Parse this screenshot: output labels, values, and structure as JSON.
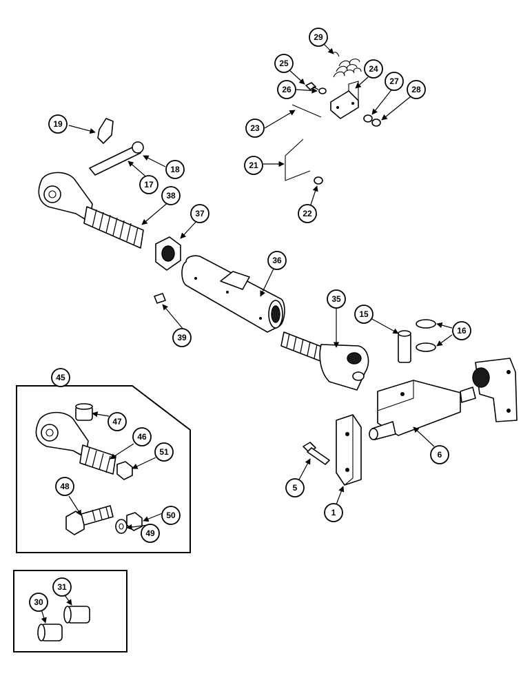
{
  "diagram": {
    "callouts": [
      "1",
      "5",
      "6",
      "15",
      "16",
      "17",
      "18",
      "19",
      "21",
      "22",
      "23",
      "24",
      "25",
      "26",
      "27",
      "28",
      "29",
      "30",
      "31",
      "35",
      "36",
      "37",
      "38",
      "39",
      "45",
      "46",
      "47",
      "48",
      "49",
      "50",
      "51"
    ]
  }
}
